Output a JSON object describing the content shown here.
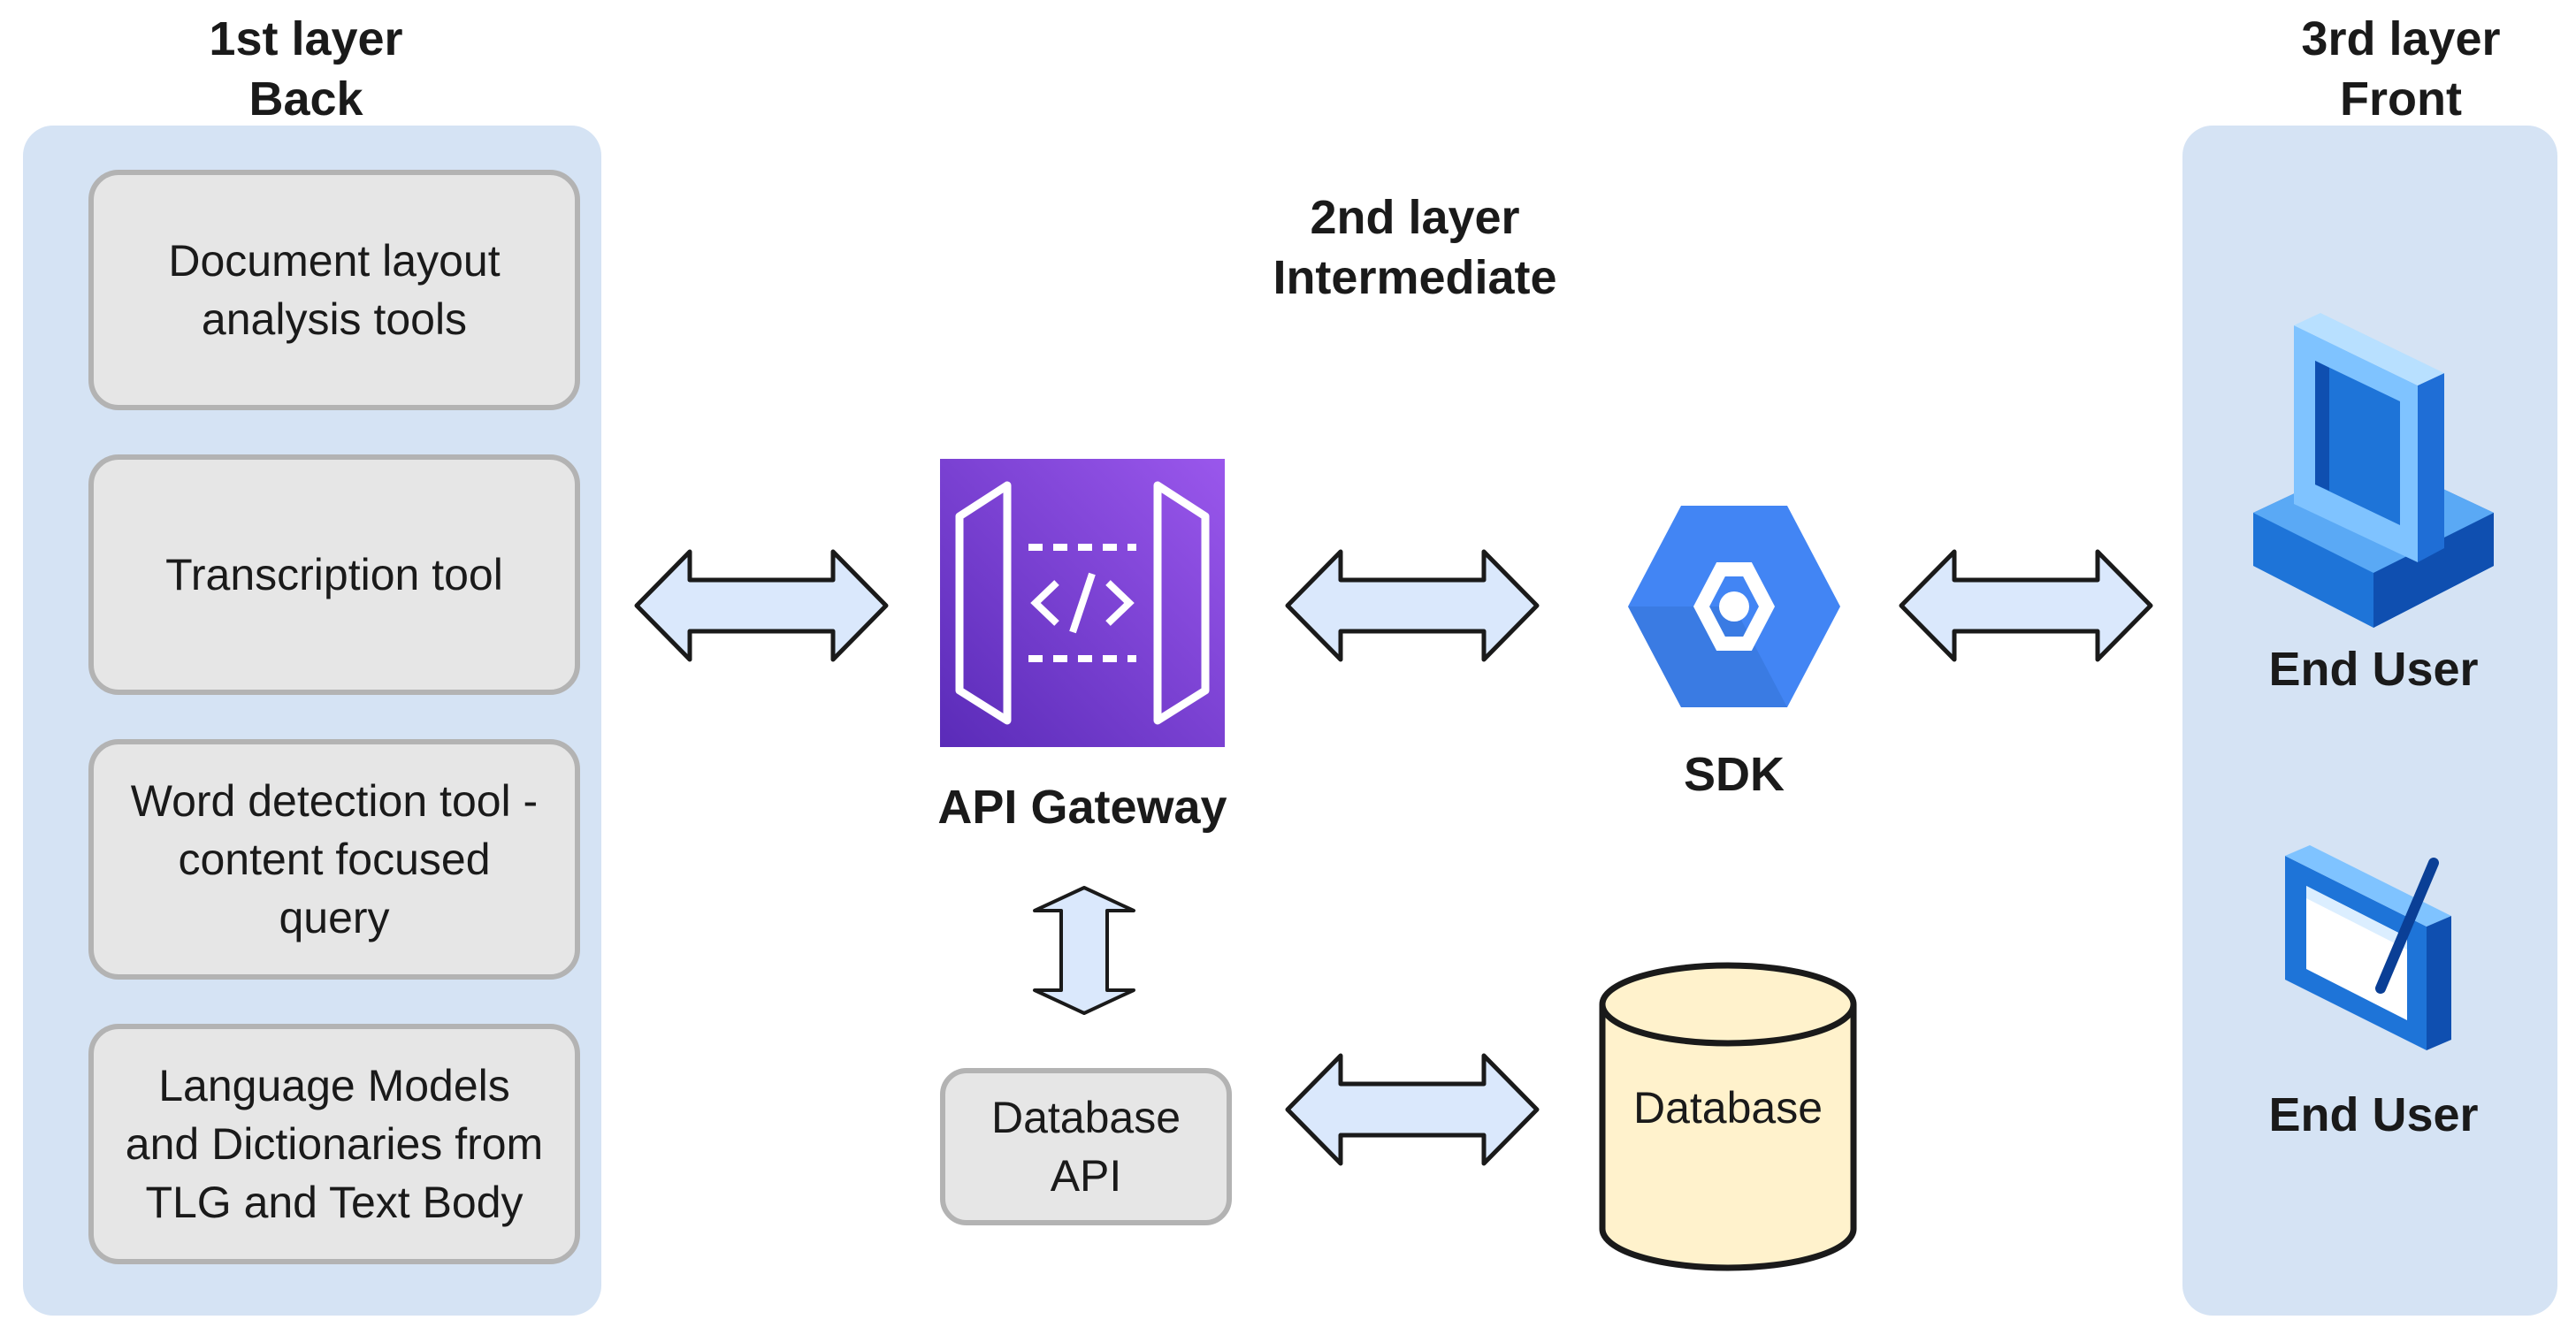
{
  "layers": {
    "back": {
      "line1": "1st layer",
      "line2": "Back"
    },
    "intermediate": {
      "line1": "2nd layer",
      "line2": "Intermediate"
    },
    "front": {
      "line1": "3rd layer",
      "line2": "Front"
    }
  },
  "back_tools": [
    {
      "lines": [
        "Document layout",
        "analysis tools"
      ]
    },
    {
      "lines": [
        "Transcription tool"
      ]
    },
    {
      "lines": [
        "Word detection tool -",
        "content focused",
        "query"
      ]
    },
    {
      "lines": [
        "Language Models",
        "and Dictionaries from",
        "TLG and Text Body"
      ]
    }
  ],
  "intermediate_nodes": {
    "api_gateway": "API Gateway",
    "sdk": "SDK",
    "database_api": {
      "line1": "Database",
      "line2": "API"
    },
    "database": "Database"
  },
  "front_nodes": [
    {
      "label": "End User",
      "icon": "desktop-computer-icon"
    },
    {
      "label": "End User",
      "icon": "tablet-icon"
    }
  ],
  "colors": {
    "panel": "#d5e3f4",
    "tool_box": "#e6e6e6",
    "arrow_fill": "#dae8fc",
    "api_gateway": "#7b3fd8",
    "sdk": "#3d7ee0",
    "database": "#fff2cc"
  }
}
